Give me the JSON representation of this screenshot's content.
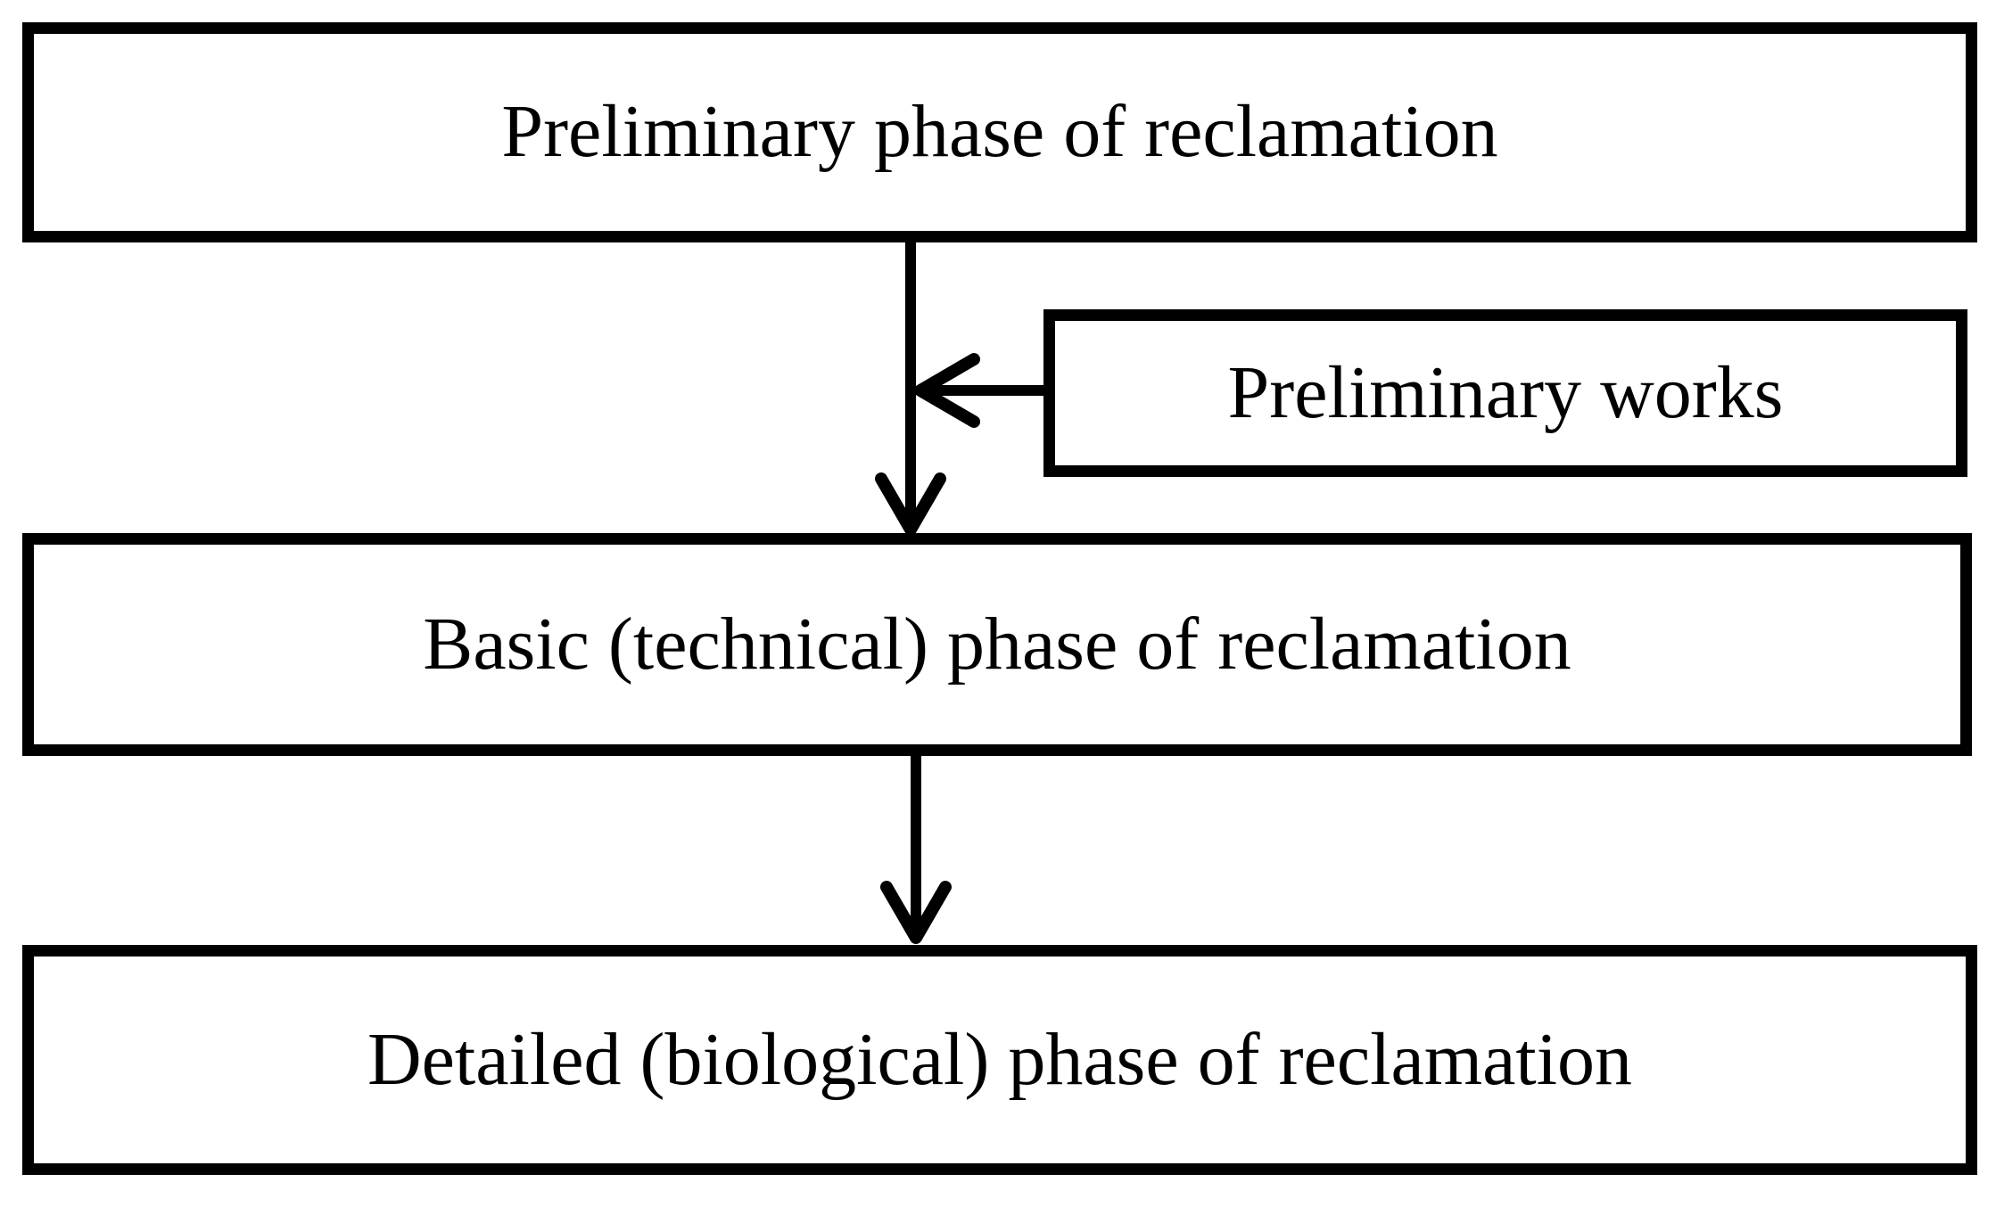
{
  "page": {
    "background_color": "#ffffff",
    "stroke_color": "#000000",
    "text_color": "#000000"
  },
  "diagram": {
    "type": "flowchart",
    "nodes": [
      {
        "id": "preliminary-phase",
        "label": "Preliminary phase of reclamation"
      },
      {
        "id": "preliminary-works",
        "label": "Preliminary works"
      },
      {
        "id": "basic-phase",
        "label": "Basic (technical) phase of reclamation"
      },
      {
        "id": "detailed-phase",
        "label": "Detailed (biological) phase of reclamation"
      }
    ],
    "edges": [
      {
        "from": "preliminary-phase",
        "to": "basic-phase",
        "style": "open-v-arrow",
        "direction": "down"
      },
      {
        "from": "preliminary-works",
        "to": "preliminary-phase-to-basic-phase-connector",
        "style": "open-v-arrow",
        "direction": "left"
      },
      {
        "from": "basic-phase",
        "to": "detailed-phase",
        "style": "open-v-arrow",
        "direction": "down"
      }
    ]
  }
}
